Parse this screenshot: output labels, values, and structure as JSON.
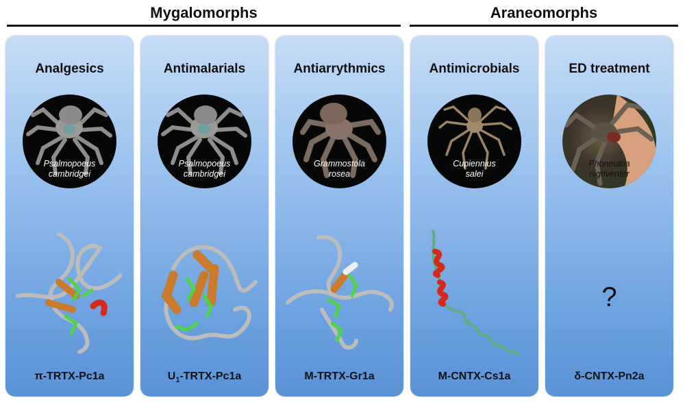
{
  "groups": {
    "mygalomorphs": "Mygalomorphs",
    "araneomorphs": "Araneomorphs"
  },
  "panels": [
    {
      "title": "Analgesics",
      "species_line1": "Psalmopoeus",
      "species_line2": "cambridgei",
      "toxin_prefix": "π-TRTX-Pc1a"
    },
    {
      "title": "Antimalarials",
      "species_line1": "Psalmopoeus",
      "species_line2": "cambridgei",
      "toxin_prefix": "U",
      "toxin_sub": "1",
      "toxin_suffix": "-TRTX-Pc1a"
    },
    {
      "title": "Antiarrythmics",
      "species_line1": "Grammostola",
      "species_line2": "rosea",
      "toxin_prefix": "M-TRTX-Gr1a"
    },
    {
      "title": "Antimicrobials",
      "species_line1": "Cupiennius",
      "species_line2": "salei",
      "toxin_prefix": "M-CNTX-Cs1a"
    },
    {
      "title": "ED treatment",
      "species_line1": "Phoneutria",
      "species_line2": "nigriventer",
      "toxin_prefix": "δ-CNTX-Pn2a",
      "unknown_structure": "?"
    }
  ],
  "colors": {
    "panel_top": "#c5dcf5",
    "panel_bottom": "#5a92d6",
    "helix": "#d42a1e",
    "sheet": "#c97a2a",
    "disulfide": "#4fd34a",
    "coil": "#b9b9b9"
  }
}
